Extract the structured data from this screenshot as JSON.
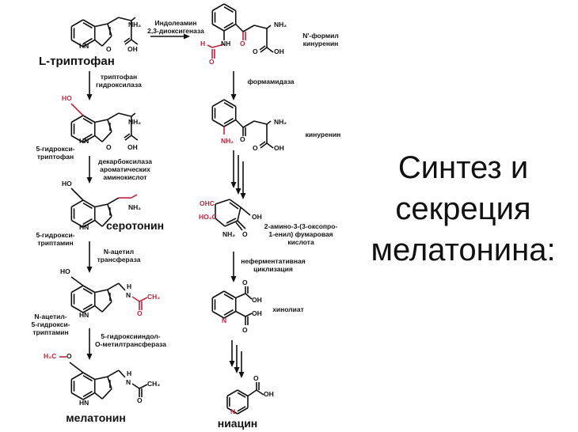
{
  "title": [
    "Синтез и",
    "секреция",
    "мелатонина:"
  ],
  "compounds": {
    "trp": "L-триптофан",
    "nfk": [
      "N'-формил",
      "кинуренин"
    ],
    "htp": [
      "5-гидрокси-",
      "триптофан"
    ],
    "kyn": "кинуренин",
    "serotonin": "серотонин",
    "serotonin_alt": [
      "5-гидрокси-",
      "триптамин"
    ],
    "acms": [
      "2-амино-3-(3-оксопро-",
      "1-енил) фумаровая",
      "кислота"
    ],
    "nas": [
      "N-ацетил-",
      "5-гидрокси-",
      "триптамин"
    ],
    "quin": "хинолиат",
    "melatonin": "мелатонин",
    "niacin": "ниацин"
  },
  "enzymes": {
    "ido": [
      "Индолеамин",
      "2,3-диоксигеназа"
    ],
    "tph": [
      "триптофан",
      "гидроксилаза"
    ],
    "aadc": [
      "декарбоксилаза",
      "ароматических",
      "аминокислот"
    ],
    "aanat": [
      "N-ацетил",
      "трансфераза"
    ],
    "hiomt": [
      "5-гидроксииндол-",
      "О-метилтрансфераза"
    ],
    "formamidase": "формамидаза",
    "cycl": [
      "неферментативная",
      "циклизация"
    ]
  },
  "atoms": {
    "nh2": "NH₂",
    "oh": "OH",
    "o": "O",
    "hn": "HN",
    "nh": "NH",
    "h": "H",
    "n": "N",
    "ho": "HO",
    "ch3": "CH₃",
    "h3c": "H₃C",
    "ohc": "OHC",
    "ho2c": "HO₂C"
  },
  "colors": {
    "highlight": "#c0243a",
    "ink": "#111111"
  }
}
